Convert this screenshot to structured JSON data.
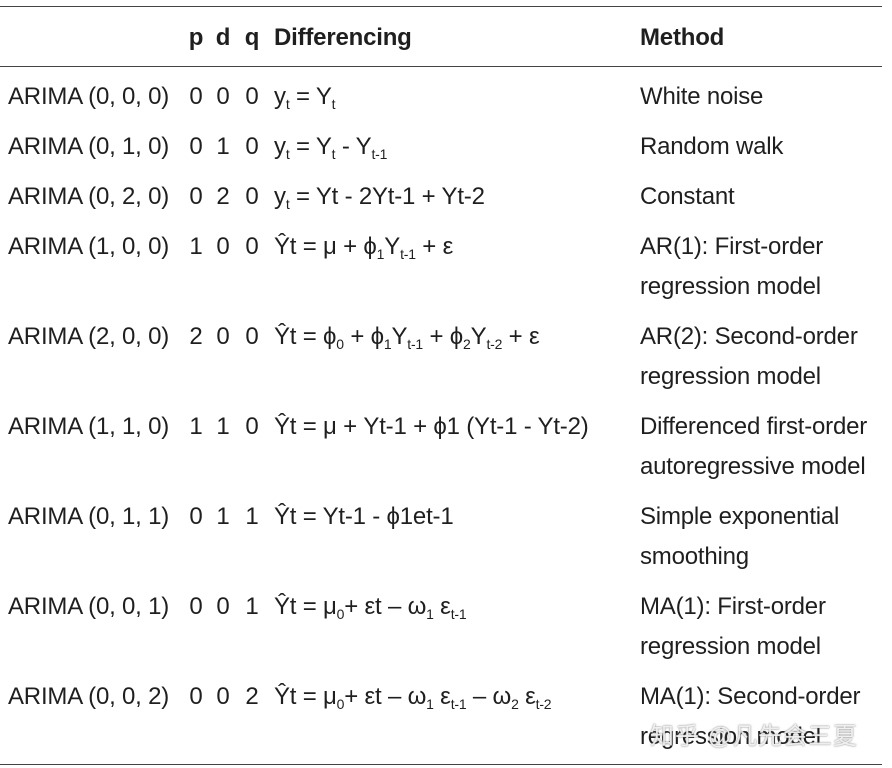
{
  "header": {
    "p": "p",
    "d": "d",
    "q": "q",
    "differencing": "Differencing",
    "method": "Method"
  },
  "rows": [
    {
      "model": "ARIMA (0, 0, 0)",
      "p": "0",
      "d": "0",
      "q": "0",
      "diff_html": "y<sub>t</sub> = Y<sub>t</sub>",
      "method": "White noise"
    },
    {
      "model": "ARIMA (0, 1, 0)",
      "p": "0",
      "d": "1",
      "q": "0",
      "diff_html": "y<sub>t</sub> = Y<sub>t</sub> - Y<sub>t-1</sub>",
      "method": "Random walk"
    },
    {
      "model": "ARIMA (0, 2, 0)",
      "p": "0",
      "d": "2",
      "q": "0",
      "diff_html": "y<sub>t</sub> = Yt - 2Yt-1 + Yt-2",
      "method": "Constant"
    },
    {
      "model": "ARIMA (1, 0, 0)",
      "p": "1",
      "d": "0",
      "q": "0",
      "diff_html": "Ŷt = μ + ϕ<sub>1</sub>Y<sub>t-1</sub> + ε",
      "method": "AR(1): First-order\nregression model"
    },
    {
      "model": "ARIMA (2, 0, 0)",
      "p": "2",
      "d": "0",
      "q": "0",
      "diff_html": "Ŷt = ϕ<sub>0</sub> + ϕ<sub>1</sub>Y<sub>t-1</sub> + ϕ<sub>2</sub>Y<sub>t-2</sub> + ε",
      "method": "AR(2): Second-order\nregression model"
    },
    {
      "model": "ARIMA (1, 1, 0)",
      "p": "1",
      "d": "1",
      "q": "0",
      "diff_html": "Ŷt = μ + Yt-1 + ϕ1 (Yt-1 - Yt-2)",
      "method": "Differenced first-order\nautoregressive model"
    },
    {
      "model": "ARIMA (0, 1, 1)",
      "p": "0",
      "d": "1",
      "q": "1",
      "diff_html": "Ŷt = Yt-1 - ϕ1et-1",
      "method": "Simple exponential\nsmoothing"
    },
    {
      "model": "ARIMA (0, 0, 1)",
      "p": "0",
      "d": "0",
      "q": "1",
      "diff_html": "Ŷt = μ<sub>0</sub>+ εt – ω<sub>1</sub> ε<sub>t-1</sub>",
      "method": "MA(1): First-order\nregression model"
    },
    {
      "model": "ARIMA (0, 0, 2)",
      "p": "0",
      "d": "0",
      "q": "2",
      "diff_html": "Ŷt = μ<sub>0</sub>+ εt – ω<sub>1</sub> ε<sub>t-1</sub> – ω<sub>2</sub> ε<sub>t-2</sub>",
      "method": "MA(1): Second-order\nregression model"
    }
  ],
  "watermark": "知乎 @凡先会三夏"
}
